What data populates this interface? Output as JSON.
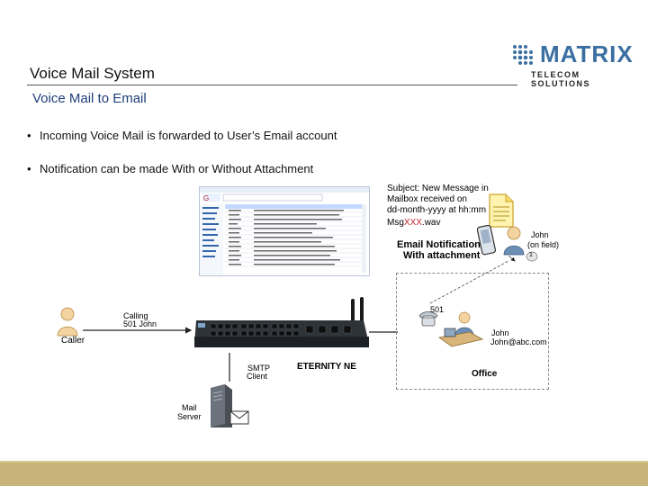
{
  "slide": {
    "title": "Voice Mail System",
    "subtitle": "Voice Mail to Email",
    "bullets": [
      "Incoming Voice Mail is forwarded to User’s Email account",
      "Notification can be made With or Without Attachment"
    ]
  },
  "logo": {
    "word": "MATRIX",
    "tagline": "TELECOM SOLUTIONS"
  },
  "diagram": {
    "notification": {
      "lines": [
        "Subject: New Message in",
        "Mailbox received on",
        "dd-month-yyyy at hh:mm",
        "Msg"
      ],
      "file_xxx": "XXX",
      "file_ext": ".wav",
      "caption_1": "Email Notification -",
      "caption_2": "With attachment"
    },
    "remote_user": {
      "name": "John",
      "status": "(on field)",
      "badge": "1"
    },
    "caller": {
      "label": "Caller",
      "calling_1": "Calling",
      "calling_2": "501 John"
    },
    "device": {
      "name": "ETERNITY NE"
    },
    "smtp": {
      "line1": "SMTP",
      "line2": "Client"
    },
    "mail_server": {
      "line1": "Mail",
      "line2": "Server"
    },
    "office": {
      "ext": "501",
      "user": "John",
      "email": "John@abc.com",
      "label": "Office"
    }
  },
  "colors": {
    "subtitle": "#1f3f7a",
    "logo": "#3b6fa2",
    "band": "#c8b47a",
    "notif_red": "#c0262c"
  }
}
